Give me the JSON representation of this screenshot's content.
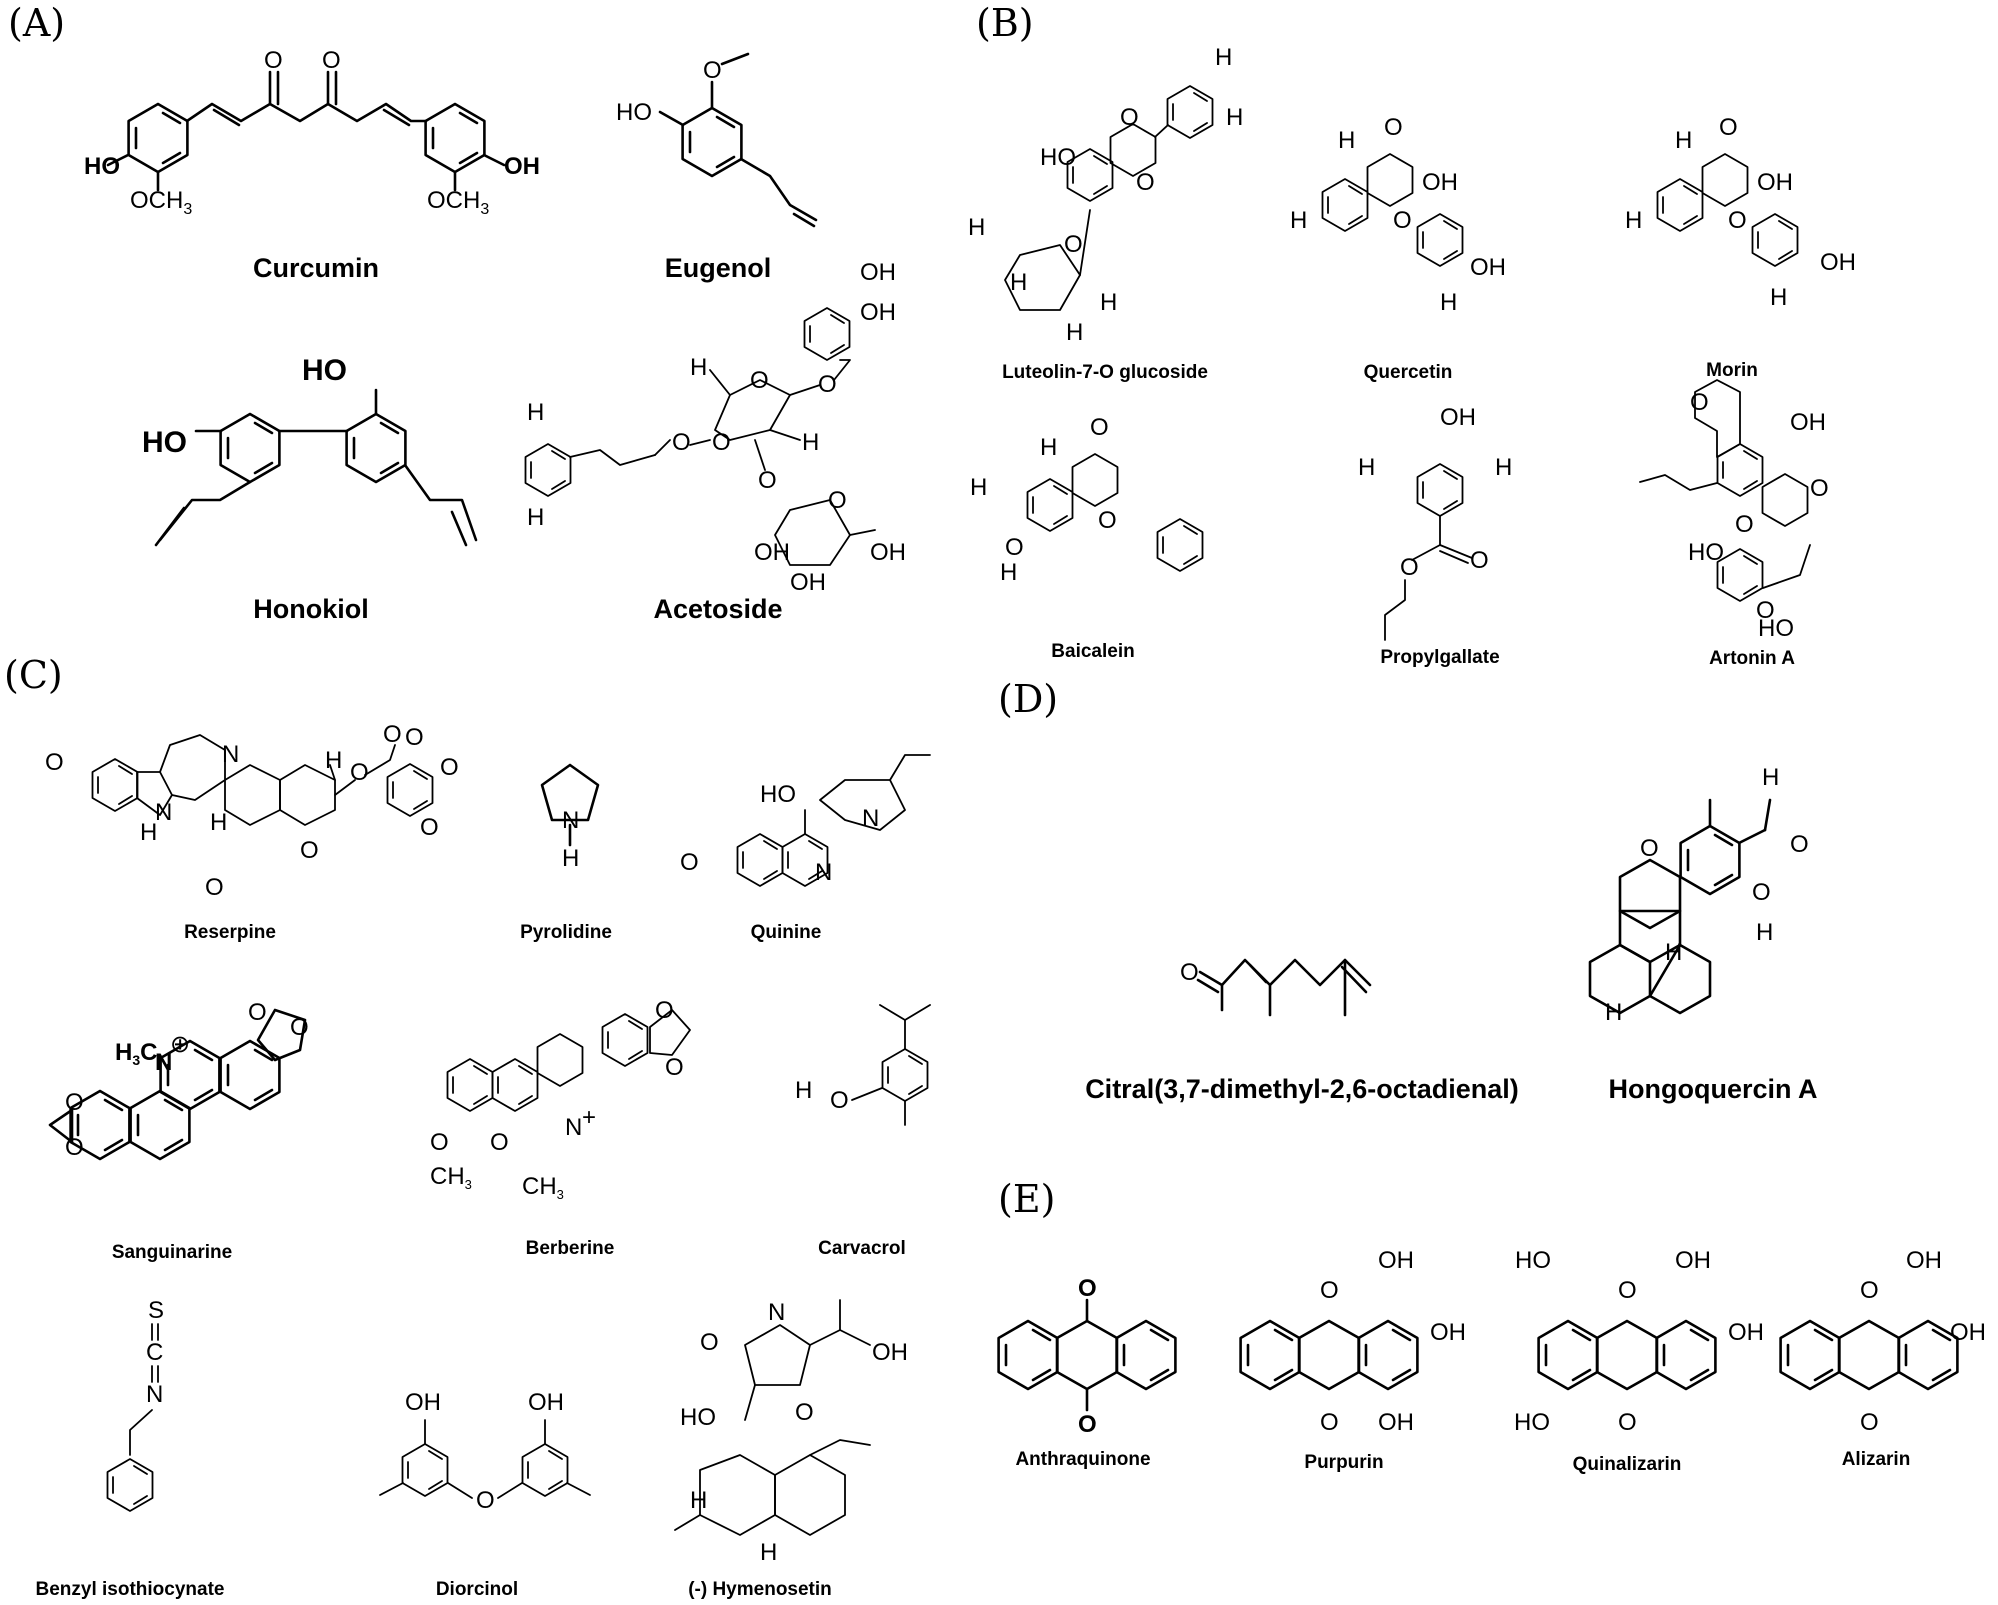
{
  "panels": [
    {
      "id": "A",
      "label": "(A)",
      "compounds": [
        "Curcumin",
        "Eugenol",
        "Honokiol",
        "Acetoside"
      ]
    },
    {
      "id": "B",
      "label": "(B)",
      "compounds": [
        "Luteolin-7-O glucoside",
        "Quercetin",
        "Morin",
        "Baicalein",
        "Propylgallate",
        "Artonin A"
      ]
    },
    {
      "id": "C",
      "label": "(C)",
      "compounds": [
        "Reserpine",
        "Pyrolidine",
        "Quinine",
        "Sanguinarine",
        "Berberine",
        "Carvacrol",
        "Benzyl isothiocynate",
        "Diorcinol",
        "(-) Hymenosetin"
      ]
    },
    {
      "id": "D",
      "label": "(D)",
      "compounds": [
        "Citral(3,7-dimethyl-2,6-octadienal)",
        "Hongoquercin A"
      ]
    },
    {
      "id": "E",
      "label": "(E)",
      "compounds": [
        "Anthraquinone",
        "Purpurin",
        "Quinalizarin",
        "Alizarin"
      ]
    }
  ],
  "atoms": {
    "O": "O",
    "HO": "HO",
    "OH": "OH",
    "H": "H",
    "N": "N",
    "S": "S",
    "C": "C",
    "OCH3": "OCH",
    "sub3": "3",
    "CH3": "CH",
    "H3C": "H",
    "plus": "+",
    "oplus": "⊕"
  }
}
